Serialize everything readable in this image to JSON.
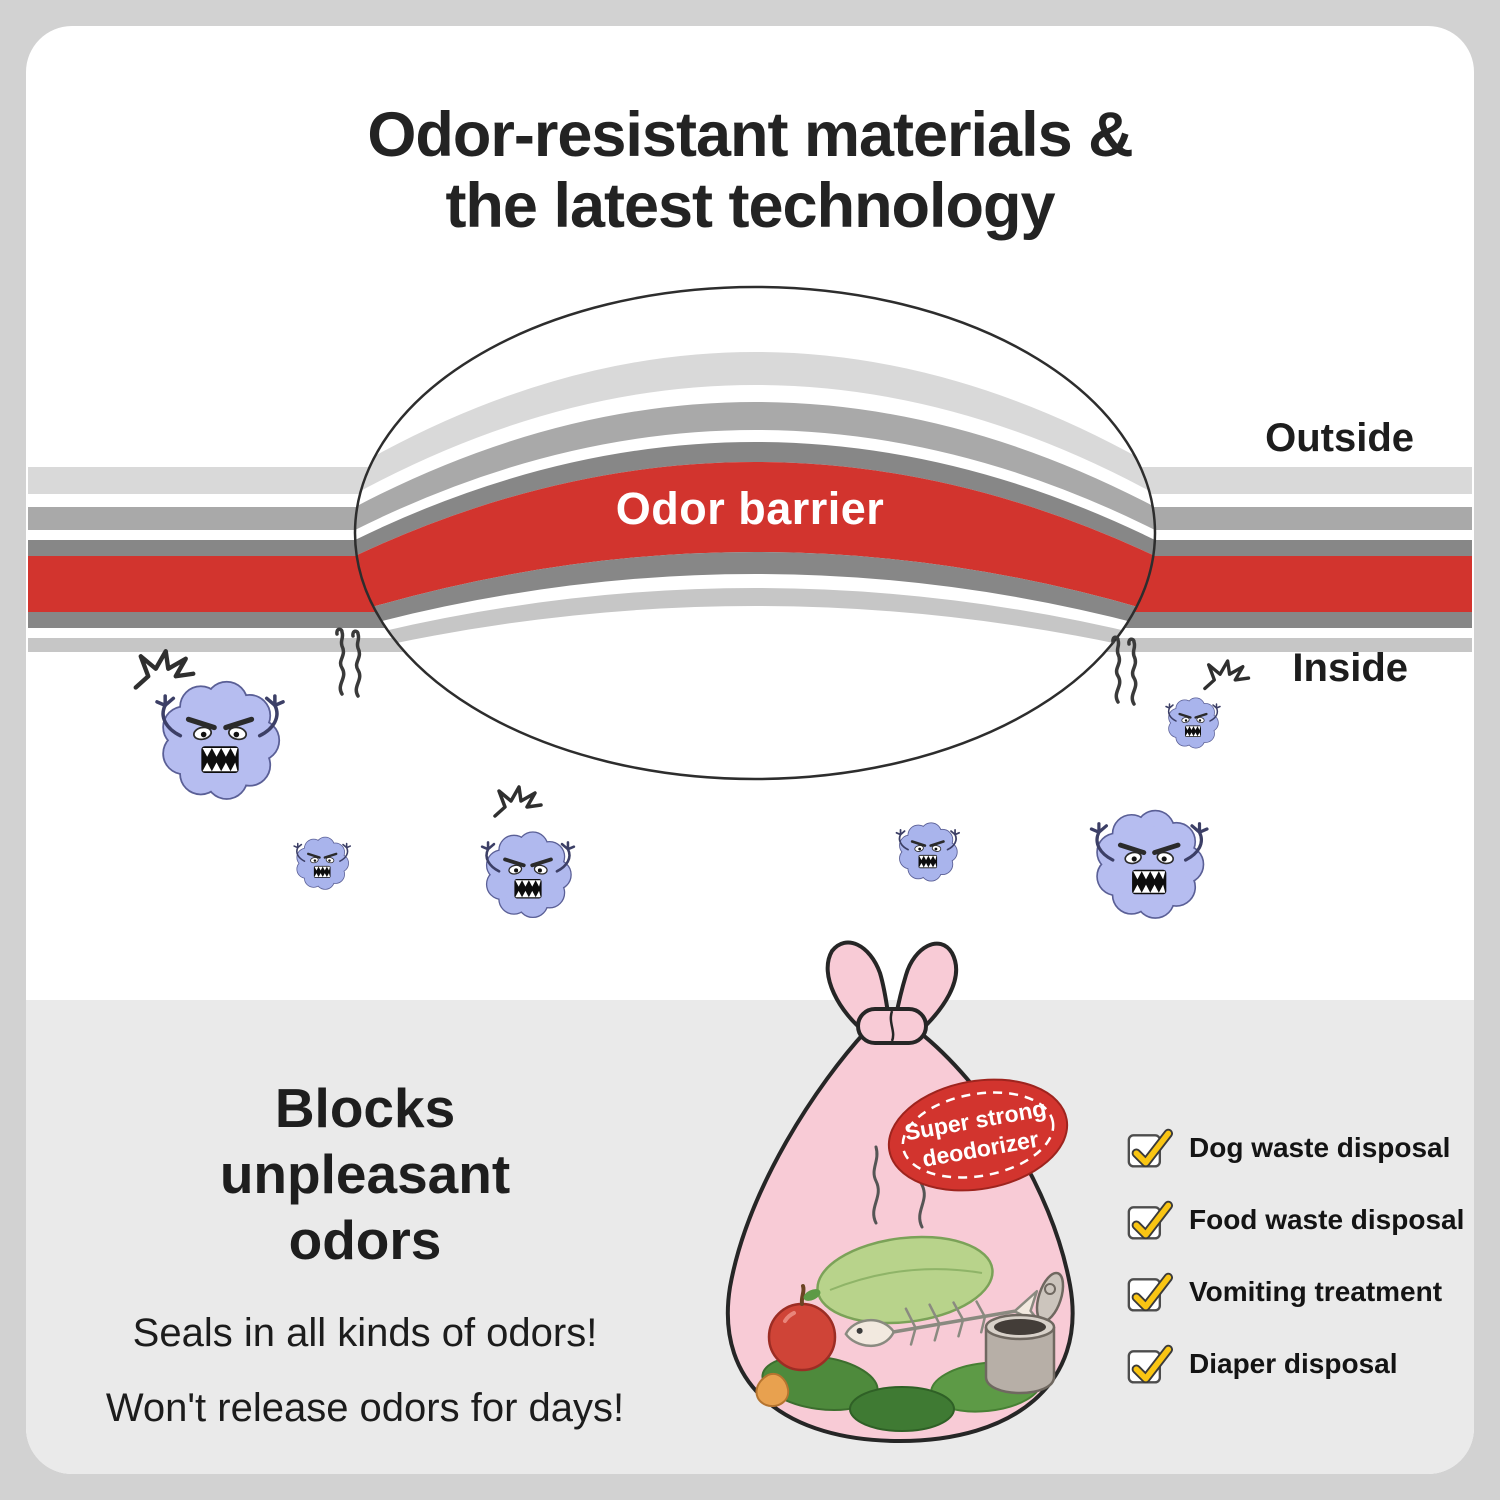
{
  "title": {
    "line1": "Odor-resistant materials &",
    "line2": "the latest technology"
  },
  "diagram": {
    "outside_label": "Outside",
    "inside_label": "Inside",
    "barrier_label": "Odor barrier"
  },
  "bottom": {
    "heading_lines": [
      "Blocks",
      "unpleasant",
      "odors"
    ],
    "sub1": "Seals in all kinds of odors!",
    "sub2": "Won't release odors for days!",
    "badge": {
      "line1": "Super strong",
      "line2": "deodorizer"
    },
    "checklist": [
      "Dog waste disposal",
      "Food waste disposal",
      "Vomiting treatment",
      "Diaper disposal"
    ]
  },
  "colors": {
    "accent_red": "#d2342e",
    "check_yellow": "#f9c513",
    "monster_purple": "#b6bdf0",
    "bag_pink": "#f8cbd6",
    "section_gray": "#eaeaea"
  }
}
